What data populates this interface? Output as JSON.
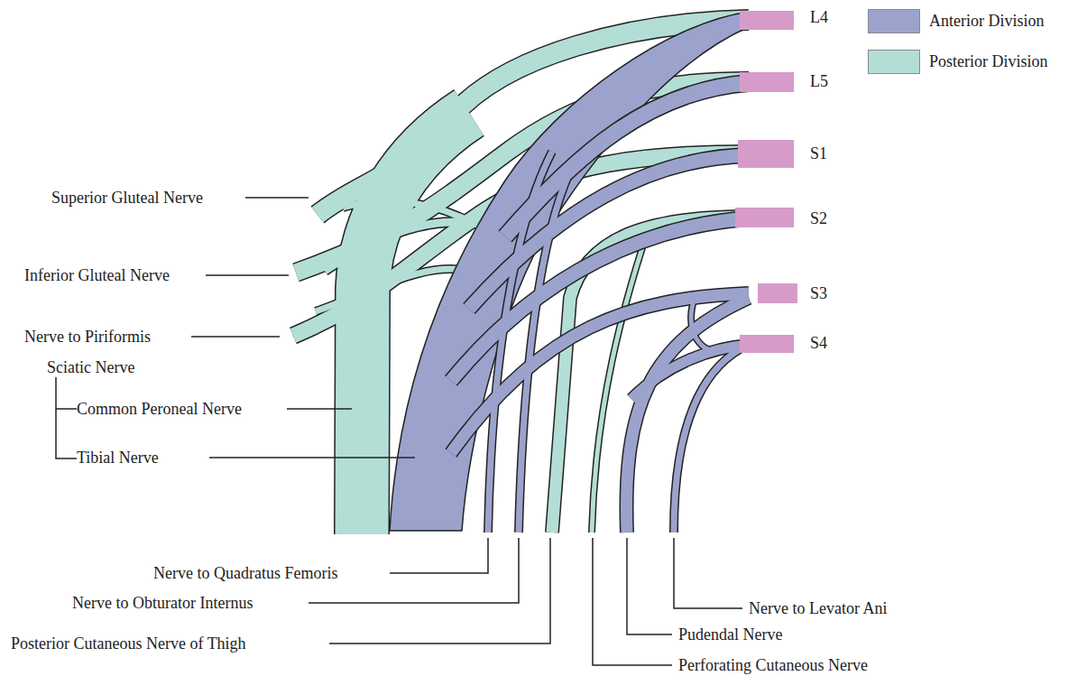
{
  "diagram": {
    "labels": [
      "L4",
      "L5",
      "S1",
      "S2",
      "S3",
      "S4",
      "Superior Gluteal Nerve",
      "Inferior Gluteal Nerve",
      "Nerve to Piriformis",
      "Sciatic Nerve",
      "Common Peroneal Nerve",
      "Tibial Nerve",
      "Nerve to Quadratus Femoris",
      "Nerve to Obturator Internus",
      "Posterior Cutaneous Nerve of Thigh",
      "Perforating Cutaneous Nerve",
      "Pudendal  Nerve",
      "Nerve to Levator Ani"
    ],
    "legend": [
      {
        "text": "Anterior Division",
        "color": "#9ba3cd"
      },
      {
        "text": "Posterior Division",
        "color": "#b3ded6"
      }
    ]
  }
}
